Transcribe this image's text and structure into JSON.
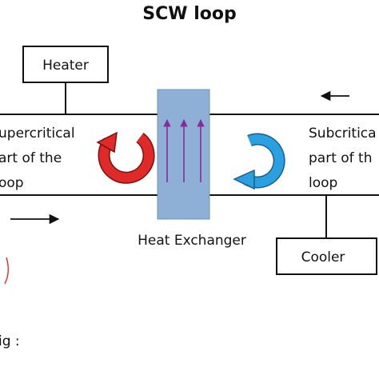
{
  "title": "SCW loop",
  "labels": {
    "heater": "Heater",
    "cooler": "Cooler",
    "heat_exchanger": "Heat Exchanger",
    "left_text": [
      "upercritical",
      "art of the",
      "oop"
    ],
    "right_text": [
      "Subcritica",
      "part of th",
      "loop"
    ],
    "caption": "ig :"
  },
  "colors": {
    "pipe_stroke": "#111111",
    "exchanger_fill": "#8fb0d6",
    "exchanger_arrows": "#8a2a9a",
    "red_arrow": "#e02a2a",
    "blue_arrow": "#2aa0e0"
  }
}
